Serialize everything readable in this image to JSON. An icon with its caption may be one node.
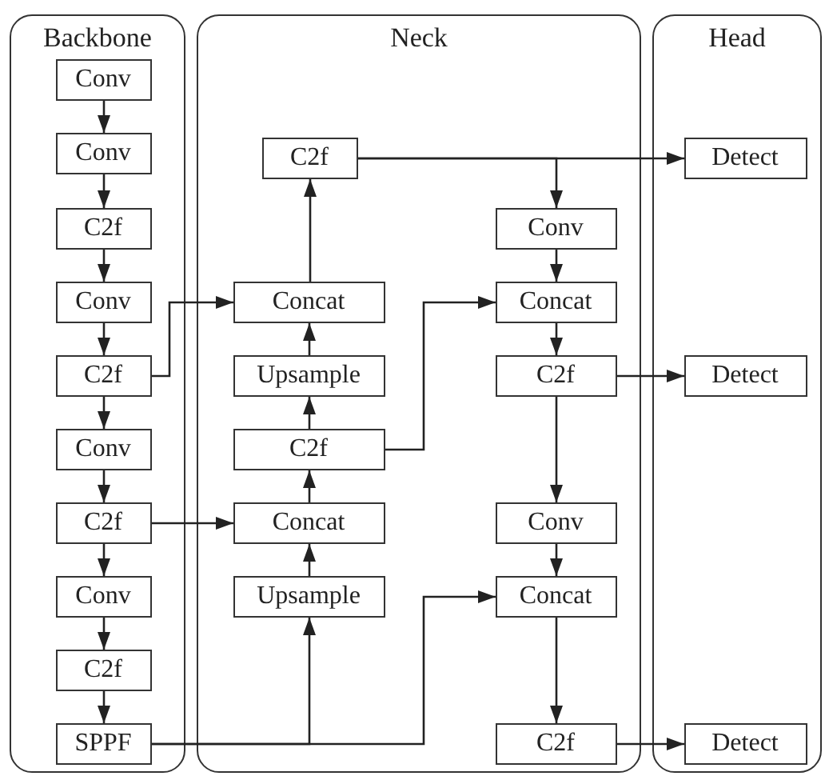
{
  "diagram": {
    "nodes": [
      {
        "text": [
          "Backbone"
        ]
      },
      {
        "text": [
          "Neck"
        ]
      },
      {
        "text": [
          "Head"
        ]
      },
      {
        "text": [
          "Conv"
        ],
        "in": 0
      },
      {
        "text": [
          "Conv"
        ],
        "in": 0
      },
      {
        "text": [
          "C2f"
        ],
        "in": 0
      },
      {
        "text": [
          "Conv"
        ],
        "in": 0
      },
      {
        "text": [
          "C2f"
        ],
        "in": 0
      },
      {
        "text": [
          "Conv"
        ],
        "in": 0
      },
      {
        "text": [
          "C2f"
        ],
        "in": 0
      },
      {
        "text": [
          "Conv"
        ],
        "in": 0
      },
      {
        "text": [
          "C2f"
        ],
        "in": 0
      },
      {
        "text": [
          "SPPF"
        ],
        "in": 0
      },
      {
        "text": [
          "C2f"
        ],
        "in": 1
      },
      {
        "text": [
          "Concat"
        ],
        "in": 1
      },
      {
        "text": [
          "Upsample"
        ],
        "in": 1
      },
      {
        "text": [
          "C2f"
        ],
        "in": 1
      },
      {
        "text": [
          "Concat"
        ],
        "in": 1
      },
      {
        "text": [
          "Upsample"
        ],
        "in": 1
      },
      {
        "text": [
          "Conv"
        ],
        "in": 1
      },
      {
        "text": [
          "Concat"
        ],
        "in": 1
      },
      {
        "text": [
          "C2f"
        ],
        "in": 1
      },
      {
        "text": [
          "Conv"
        ],
        "in": 1
      },
      {
        "text": [
          "Concat"
        ],
        "in": 1
      },
      {
        "text": [
          "C2f"
        ],
        "in": 1
      },
      {
        "text": [
          "Detect"
        ],
        "in": 2
      },
      {
        "text": [
          "Detect"
        ],
        "in": 2
      },
      {
        "text": [
          "Detect"
        ],
        "in": 2
      }
    ],
    "edges": [
      {
        "from": 3,
        "to": 4,
        "arrow": "to"
      },
      {
        "from": 4,
        "to": 5,
        "arrow": "to"
      },
      {
        "from": 5,
        "to": 6,
        "arrow": "to"
      },
      {
        "from": 6,
        "to": 7,
        "arrow": "to"
      },
      {
        "from": 7,
        "to": 8,
        "arrow": "to"
      },
      {
        "from": 8,
        "to": 9,
        "arrow": "to"
      },
      {
        "from": 9,
        "to": 10,
        "arrow": "to"
      },
      {
        "from": 10,
        "to": 11,
        "arrow": "to"
      },
      {
        "from": 11,
        "to": 12,
        "arrow": "to"
      },
      {
        "from": 7,
        "to": 14,
        "arrow": "to"
      },
      {
        "from": 9,
        "to": 17,
        "arrow": "to"
      },
      {
        "from": 12,
        "to": 18,
        "arrow": "to"
      },
      {
        "from": 12,
        "to": 23,
        "arrow": "to"
      },
      {
        "from": 18,
        "to": 17,
        "arrow": "to"
      },
      {
        "from": 17,
        "to": 16,
        "arrow": "to"
      },
      {
        "from": 16,
        "to": 15,
        "arrow": "to"
      },
      {
        "from": 15,
        "to": 14,
        "arrow": "to"
      },
      {
        "from": 14,
        "to": 13,
        "arrow": "to"
      },
      {
        "from": 16,
        "to": 20,
        "arrow": "to"
      },
      {
        "from": 13,
        "to": 25,
        "arrow": "to"
      },
      {
        "from": 13,
        "to": 19,
        "arrow": "to"
      },
      {
        "from": 19,
        "to": 20,
        "arrow": "to"
      },
      {
        "from": 20,
        "to": 21,
        "arrow": "to"
      },
      {
        "from": 21,
        "to": 26,
        "arrow": "to"
      },
      {
        "from": 21,
        "to": 22,
        "arrow": "to"
      },
      {
        "from": 22,
        "to": 23,
        "arrow": "to"
      },
      {
        "from": 23,
        "to": 24,
        "arrow": "to"
      },
      {
        "from": 24,
        "to": 27,
        "arrow": "to"
      }
    ]
  }
}
